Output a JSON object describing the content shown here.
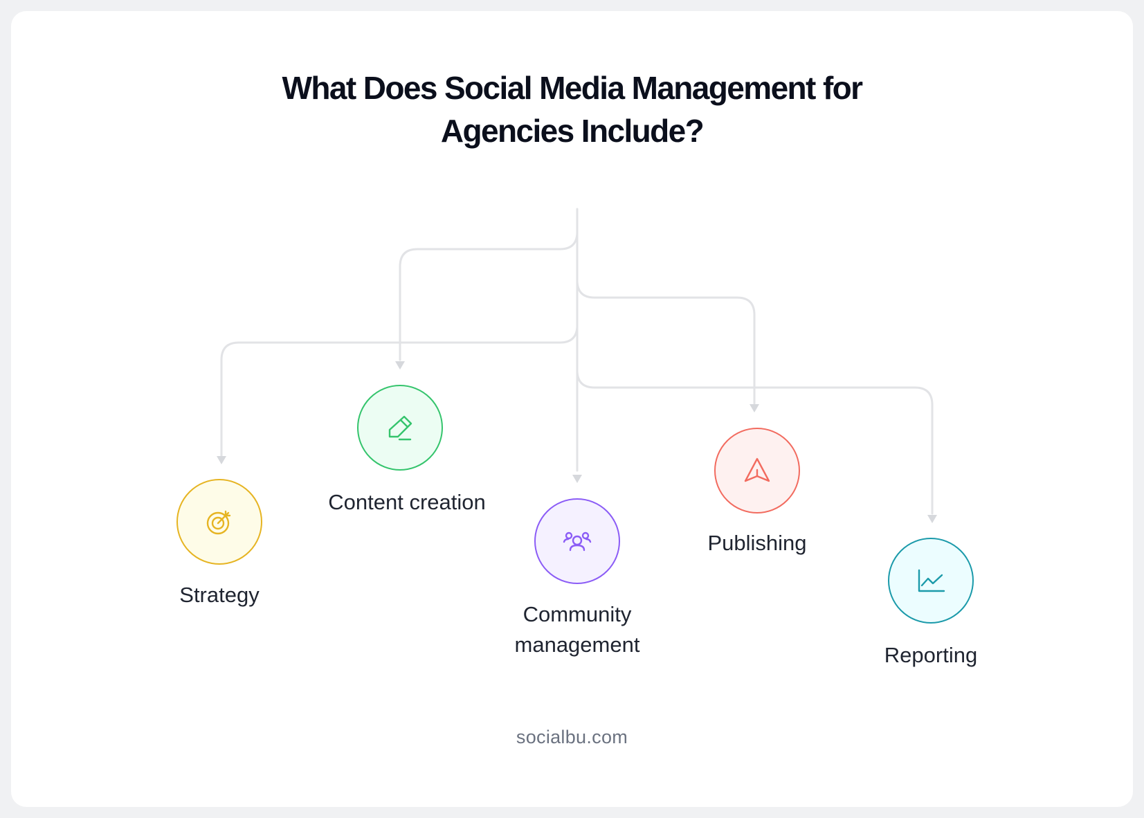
{
  "title": {
    "line1": "What Does Social Media Management for",
    "line2": "Agencies Include?"
  },
  "nodes": [
    {
      "label_line1": "Strategy",
      "label_line2": "",
      "icon": "target-icon",
      "color": "#e6b422",
      "fill": "#fefce8"
    },
    {
      "label_line1": "Content creation",
      "label_line2": "",
      "icon": "pencil-icon",
      "color": "#34c46c",
      "fill": "#ecfdf3"
    },
    {
      "label_line1": "Community",
      "label_line2": "management",
      "icon": "users-icon",
      "color": "#8b5cf6",
      "fill": "#f5f1ff"
    },
    {
      "label_line1": "Publishing",
      "label_line2": "",
      "icon": "send-icon",
      "color": "#f26b5f",
      "fill": "#fef1f0"
    },
    {
      "label_line1": "Reporting",
      "label_line2": "",
      "icon": "chart-icon",
      "color": "#1b9aaa",
      "fill": "#ecfdff"
    }
  ],
  "footer": "socialbu.com",
  "colors": {
    "connector": "#e2e3e6",
    "background": "#f0f1f3",
    "card": "#ffffff",
    "title": "#0b0f1c"
  }
}
